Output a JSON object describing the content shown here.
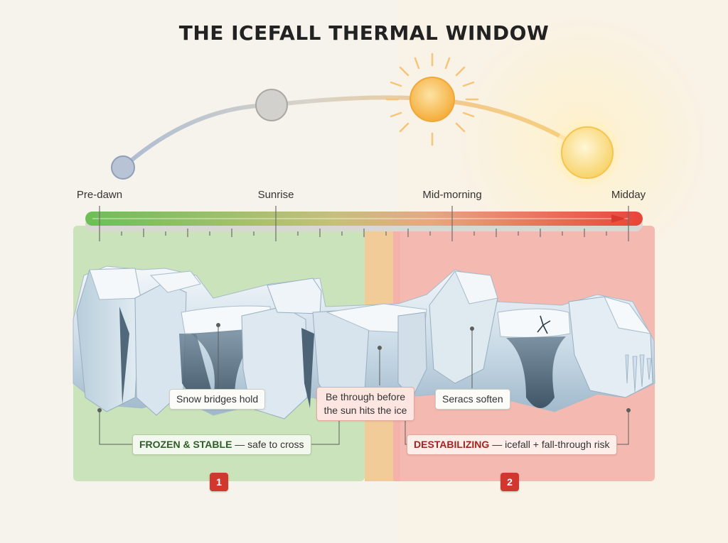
{
  "title": "THE ICEFALL THERMAL WINDOW",
  "timeline": {
    "labels": [
      "Pre-dawn",
      "Sunrise",
      "Mid-morning",
      "Midday"
    ]
  },
  "callouts": {
    "snow_bridges": "Snow bridges hold",
    "be_through_line1": "Be through before",
    "be_through_line2": "the sun hits the ice",
    "seracs": "Seracs soften"
  },
  "zones": {
    "frozen_title": "FROZEN & STABLE",
    "frozen_text": "— safe to cross",
    "destab_title": "DESTABILIZING",
    "destab_text": "— icefall + fall-through risk"
  },
  "badges": [
    "1",
    "2"
  ],
  "colors": {
    "safe": "#5fae4a",
    "danger": "#e04a3c",
    "sun": "#f6b63e",
    "badge": "#d0382f"
  }
}
